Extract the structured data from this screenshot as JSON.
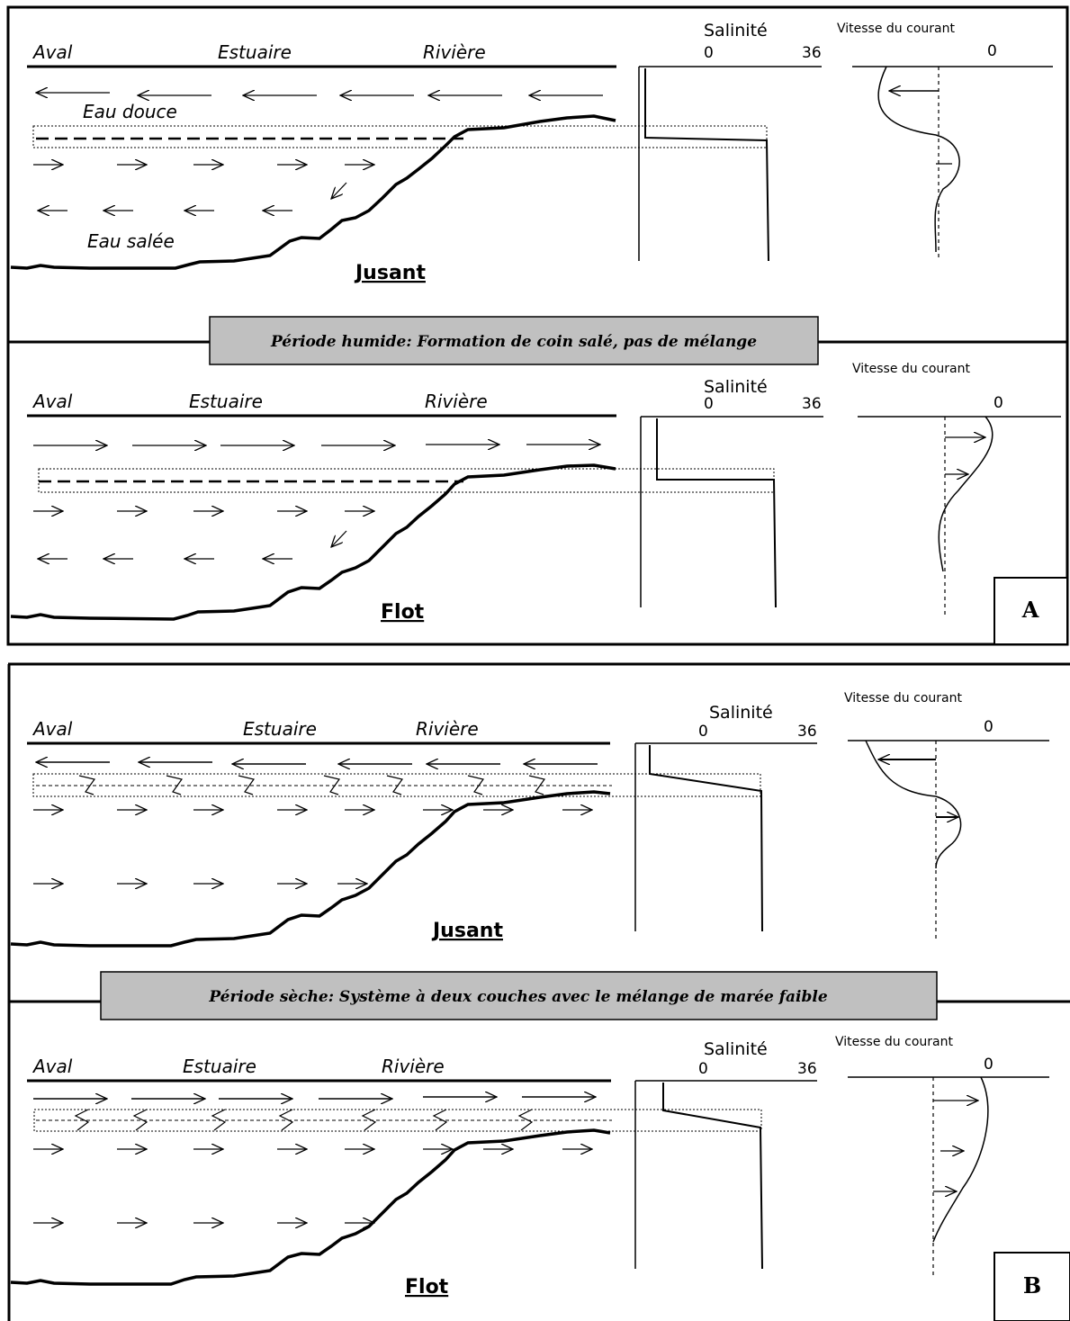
{
  "panel_a": {
    "letter": "A",
    "banner": "Période humide: Formation de coin salé, pas de mélange",
    "top": {
      "aval": "Aval",
      "estuaire": "Estuaire",
      "riviere": "Rivière",
      "eau_douce": "Eau  douce",
      "eau_salee": "Eau  salée",
      "phase": "Jusant",
      "salinite": "Salinité",
      "sal_min": "0",
      "sal_max": "36",
      "vitesse": "Vitesse du courant",
      "vit_zero": "0"
    },
    "bottom": {
      "aval": "Aval",
      "estuaire": "Estuaire",
      "riviere": "Rivière",
      "phase": "Flot",
      "salinite": "Salinité",
      "sal_min": "0",
      "sal_max": "36",
      "vitesse": "Vitesse du courant",
      "vit_zero": "0"
    }
  },
  "panel_b": {
    "letter": "B",
    "banner": "Période sèche: Système à deux couches avec le mélange de  marée faible",
    "top": {
      "aval": "Aval",
      "estuaire": "Estuaire",
      "riviere": "Rivière",
      "phase": "Jusant",
      "salinite": "Salinité",
      "sal_min": "0",
      "sal_max": "36",
      "vitesse": "Vitesse du courant",
      "vit_zero": "0"
    },
    "bottom": {
      "aval": "Aval",
      "estuaire": "Estuaire",
      "riviere": "Rivière",
      "phase": "Flot",
      "salinite": "Salinité",
      "sal_min": "0",
      "sal_max": "36",
      "vitesse": "Vitesse du courant",
      "vit_zero": "0"
    }
  }
}
